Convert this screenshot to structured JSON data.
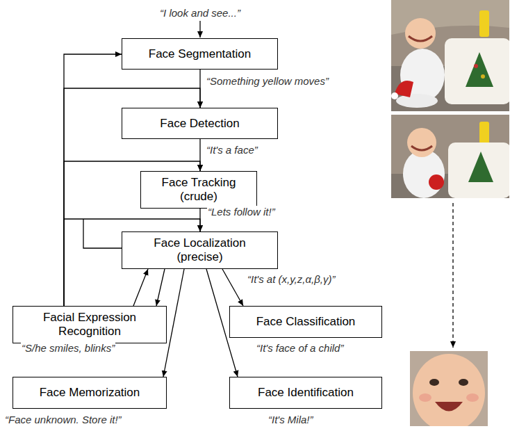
{
  "diagram": {
    "nodes": [
      {
        "text": [
          "Face Segmentation"
        ]
      },
      {
        "text": [
          "Face Detection"
        ]
      },
      {
        "text": [
          "Face Tracking (crude)"
        ]
      },
      {
        "text": [
          "Face Localization (precise)"
        ]
      },
      {
        "text": [
          "Facial Expression Recognition"
        ]
      },
      {
        "text": [
          "Face Classification"
        ]
      },
      {
        "text": [
          "Face Memorization"
        ]
      },
      {
        "text": [
          "Face Identification"
        ]
      }
    ],
    "edges": [
      {
        "from": 0,
        "to": 1,
        "arrow": "to"
      },
      {
        "from": 1,
        "to": 2,
        "arrow": "to"
      },
      {
        "from": 2,
        "to": 3,
        "arrow": "to"
      },
      {
        "from": 3,
        "to": 4,
        "arrow": "to"
      },
      {
        "from": 4,
        "to": 3,
        "arrow": "to"
      },
      {
        "from": 3,
        "to": 5,
        "arrow": "to"
      },
      {
        "from": 3,
        "to": 6,
        "arrow": "to"
      },
      {
        "from": 3,
        "to": 7,
        "arrow": "to"
      },
      {
        "from": 4,
        "to": 0,
        "arrow": "to"
      },
      {
        "from": 4,
        "to": 1,
        "arrow": "to"
      },
      {
        "from": 4,
        "to": 2,
        "arrow": "to"
      },
      {
        "from": 4,
        "to": 3,
        "arrow": "to"
      }
    ],
    "labels": [
      "“I look and see...”",
      "“Something yellow moves”",
      "“It's a face”",
      "“Lets follow it!”",
      "“It's at (x,y,z,α,β,γ)”",
      "“S/he smiles, blinks”",
      "“It's face of a child”",
      "“Face unknown. Store it!”",
      "“It's Mila!”"
    ]
  }
}
